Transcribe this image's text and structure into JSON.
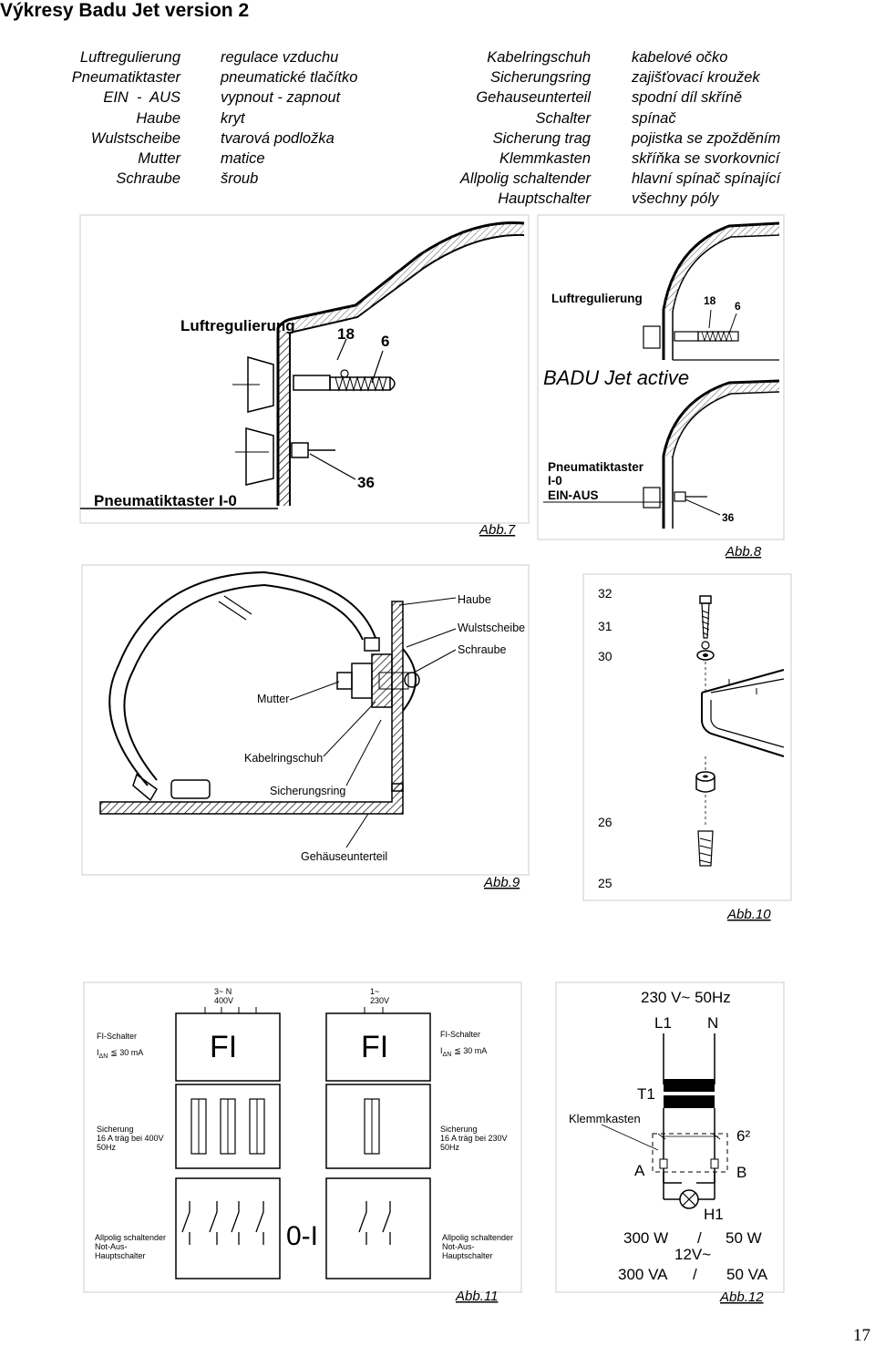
{
  "title": "Výkresy Badu Jet version 2",
  "page_number": "17",
  "glossary": {
    "col1": [
      "Luftregulierung",
      "Pneumatiktaster",
      "EIN  -  AUS",
      "Haube",
      "Wulstscheibe",
      "Mutter",
      "Schraube"
    ],
    "col2": [
      "regulace vzduchu",
      "pneumatické tlačítko",
      "vypnout - zapnout",
      "kryt",
      "tvarová podložka",
      "matice",
      "šroub"
    ],
    "col3": [
      "Kabelringschuh",
      "Sicherungsring",
      "Gehauseunterteil",
      "Schalter",
      "Sicherung trag",
      "Klemmkasten",
      "Allpolig schaltender",
      "Hauptschalter"
    ],
    "col4": [
      "kabelové očko",
      "zajišťovací kroužek",
      "spodní díl skříně",
      "spínač",
      "pojistka se zpožděním",
      "skříňka se svorkovnicí",
      "hlavní spínač spínající",
      "všechny póly"
    ]
  },
  "fig7": {
    "caption": "Abb.7",
    "label_air": "Luftregulierung",
    "num_18": "18",
    "num_6": "6",
    "num_36": "36",
    "label_button": "Pneumatiktaster I-0"
  },
  "fig8": {
    "caption": "Abb.8",
    "label_air": "Luftregulierung",
    "num_18": "18",
    "num_6": "6",
    "brand": "BADU Jet active",
    "label_button_1": "Pneumatiktaster",
    "label_button_2": "I-0",
    "label_button_3": "EIN-AUS",
    "num_36": "36"
  },
  "fig9": {
    "caption": "Abb.9",
    "haube": "Haube",
    "wulstscheibe": "Wulstscheibe",
    "schraube": "Schraube",
    "mutter": "Mutter",
    "kabelringschuh": "Kabelringschuh",
    "sicherungsring": "Sicherungsring",
    "gehaeuseunterteil": "Gehäuseunterteil"
  },
  "fig10": {
    "caption": "Abb.10",
    "n32": "32",
    "n31": "31",
    "n30": "30",
    "n26": "26",
    "n25": "25"
  },
  "fig11": {
    "caption": "Abb.11",
    "supply3_1": "3~ N",
    "supply3_2": "400V",
    "supply1_1": "1~",
    "supply1_2": "230V",
    "fi": "FI",
    "fi_label_1": "FI-Schalter",
    "fi_label_2": "I",
    "fi_label_sub": "ΔN",
    "fi_label_3": "≦ 30 mA",
    "fuse400_1": "Sicherung",
    "fuse400_2": "16 A träg bei 400V",
    "fuse400_3": "50Hz",
    "fuse230_1": "Sicherung",
    "fuse230_2": "16 A träg bei 230V",
    "fuse230_3": "50Hz",
    "switch_1": "Allpolig schaltender",
    "switch_2": "Not-Aus-",
    "switch_3": "Hauptschalter",
    "zero_one": "0-I"
  },
  "fig12": {
    "caption": "Abb.12",
    "supply": "230 V~ 50Hz",
    "l1": "L1",
    "n": "N",
    "t1": "T1",
    "klemmkasten": "Klemmkasten",
    "six2": "6²",
    "a": "A",
    "b": "B",
    "h1": "H1",
    "p1": "300 W",
    "slash1": "/",
    "p2": "50 W",
    "v": "12V~",
    "p3": "300 VA",
    "slash2": "/",
    "p4": "50 VA"
  }
}
